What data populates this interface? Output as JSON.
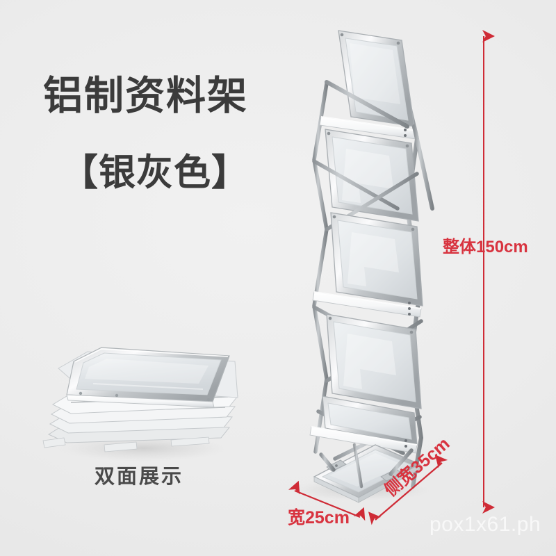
{
  "product": {
    "title": "铝制资料架",
    "subtitle": "【银灰色】",
    "fold_caption": "双面展示"
  },
  "dimensions": {
    "height_label": "整体150cm",
    "width_label": "宽25cm",
    "depth_label": "侧宽35cm"
  },
  "watermark": {
    "text": "pox1x61.ph"
  },
  "colors": {
    "background": "#ebebeb",
    "title_text": "#3b3b3b",
    "dimension_red": "#d8333f",
    "frame_aluminum": "#b9bcbe",
    "panel_white": "#ffffff",
    "panel_glass": "#e3e6e8",
    "watermark_white": "#ffffff"
  },
  "icons": {
    "height_arrow": "vertical-double-arrow-icon",
    "width_arrow": "diagonal-double-arrow-icon",
    "depth_arrow": "diagonal-double-arrow-icon"
  }
}
